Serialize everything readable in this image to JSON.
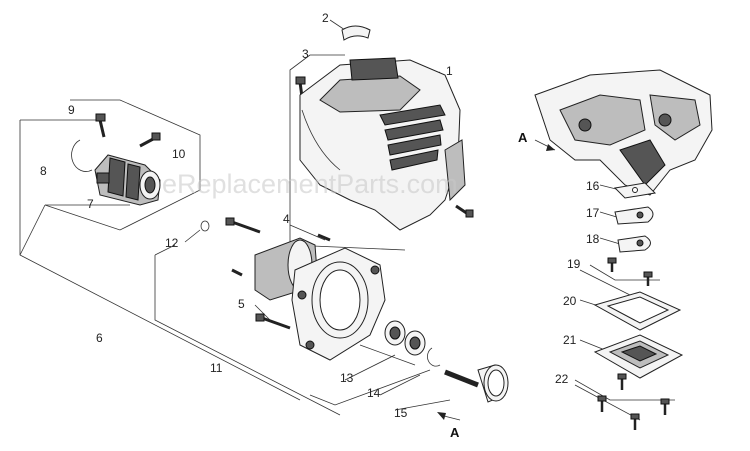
{
  "watermark": "eReplacementParts.com",
  "callouts": {
    "c1": "1",
    "c2": "2",
    "c3": "3",
    "c4": "4",
    "c5": "5",
    "c6": "6",
    "c7": "7",
    "c8": "8",
    "c9": "9",
    "c10": "10",
    "c11": "11",
    "c12": "12",
    "c13": "13",
    "c14": "14",
    "c15": "15",
    "c16": "16",
    "c17": "17",
    "c18": "18",
    "c19": "19",
    "c20": "20",
    "c21": "21",
    "c22": "22"
  },
  "ref_marks": {
    "top": "A",
    "bottom": "A"
  }
}
